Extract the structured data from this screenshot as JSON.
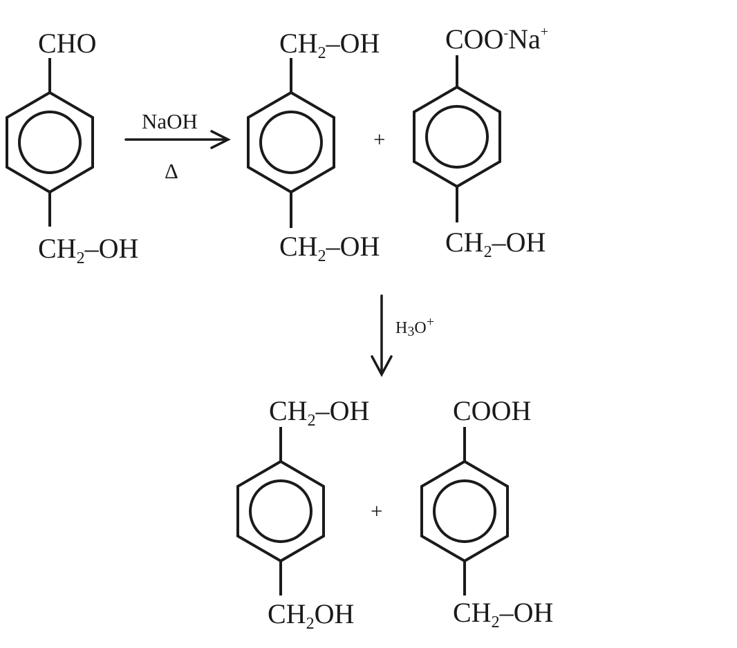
{
  "reactant": {
    "top": "CHO",
    "bottom_prefix": "CH",
    "bottom_sub": "2",
    "bottom_suffix": "–OH"
  },
  "step1": {
    "reagent": "NaOH",
    "condition": "Δ"
  },
  "alcohol": {
    "top_prefix": "CH",
    "top_sub": "2",
    "top_suffix": "–OH",
    "bottom_prefix": "CH",
    "bottom_sub": "2",
    "bottom_suffix": "–OH"
  },
  "plus1": "+",
  "salt": {
    "top_a": "COO",
    "top_minus": "-",
    "top_b": "Na",
    "top_plus": "+",
    "bottom_prefix": "CH",
    "bottom_sub": "2",
    "bottom_suffix": "–OH"
  },
  "step2": {
    "reagent_prefix": "H",
    "reagent_sub": "3",
    "reagent_mid": "O",
    "reagent_sup": "+"
  },
  "final_alcohol": {
    "top_prefix": "CH",
    "top_sub": "2",
    "top_suffix": "–OH",
    "bottom_prefix": "CH",
    "bottom_sub": "2",
    "bottom_suffix": "OH"
  },
  "plus2": "+",
  "final_acid": {
    "top": "COOH",
    "bottom_prefix": "CH",
    "bottom_sub": "2",
    "bottom_suffix": "–OH"
  }
}
